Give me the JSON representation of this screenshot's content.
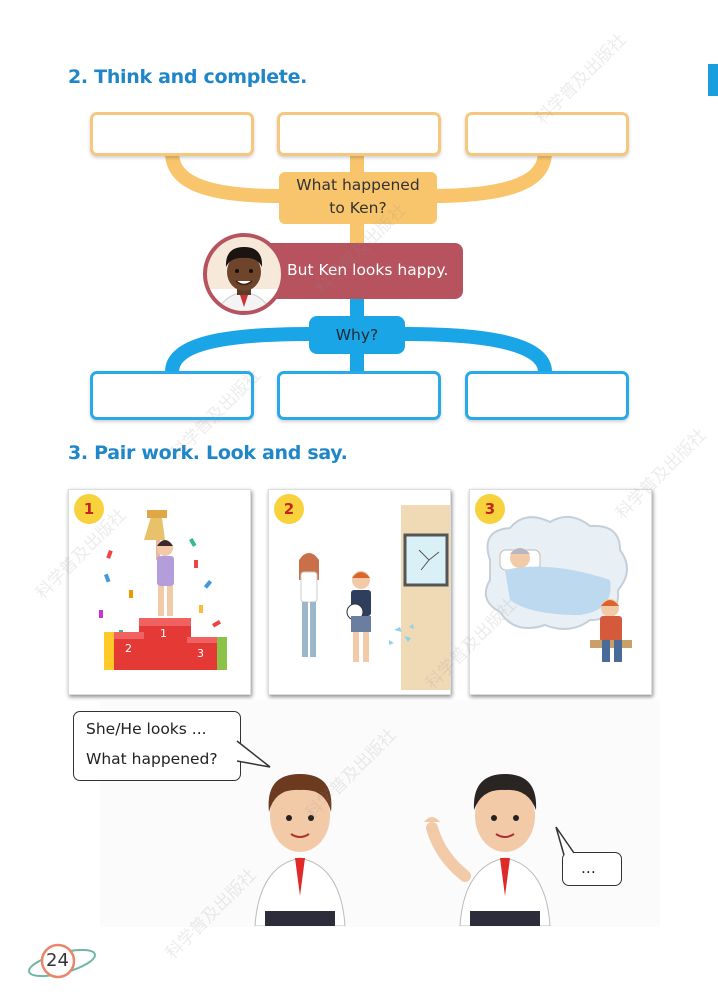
{
  "section2": {
    "title": "2. Think and complete.",
    "center_question": "What happened to Ken?",
    "center_question_line1": "What happened",
    "center_question_line2": "to Ken?",
    "ken_statement": "But Ken looks happy.",
    "why_label": "Why?"
  },
  "section3": {
    "title": "3. Pair work. Look and say.",
    "pictures": [
      {
        "number": "1",
        "podium_labels": [
          "1",
          "2",
          "3"
        ]
      },
      {
        "number": "2"
      },
      {
        "number": "3"
      }
    ],
    "bubble_left_line1": "She/He looks ...",
    "bubble_left_line2": "What happened?",
    "bubble_right": "..."
  },
  "page_number": "24",
  "watermark": "科学普及出版社",
  "colors": {
    "heading": "#1f86c8",
    "orange_box": "#f6c87f",
    "orange_pill": "#f8c56c",
    "red_pill": "#b6535f",
    "blue_box": "#2aa9e8",
    "badge": "#f8d23c"
  }
}
